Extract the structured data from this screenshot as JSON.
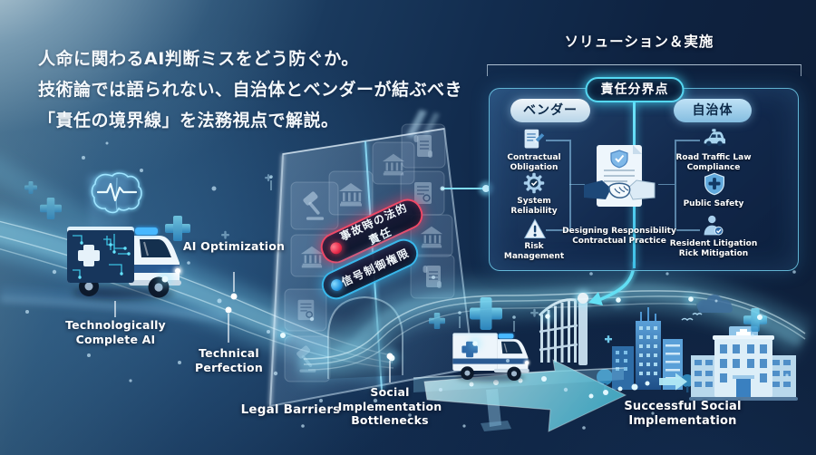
{
  "headline": {
    "line1": "人命に関わるAI判断ミスをどう防ぐか。",
    "line2": "技術論では語られない、自治体とベンダーが結ぶべき",
    "line3": "「責任の境界線」を法務視点で解説。"
  },
  "left_scene": {
    "tech_complete_label": "Technologically Complete AI",
    "ai_optimization_label": "AI Optimization",
    "technical_perfection_label": "Technical Perfection"
  },
  "barrier_scene": {
    "accident_liability_pill": "事故時の法的責任",
    "signal_authority_pill": "信号制御権限",
    "legal_barriers_label": "Legal Barriers",
    "bottlenecks_label": "Social Implementation Bottlenecks"
  },
  "solution_panel": {
    "title": "ソリューション＆実施",
    "boundary_badge": "責任分界点",
    "vendor": {
      "label": "ベンダー",
      "items": [
        {
          "icon": "contract-document-icon",
          "label": "Contractual Obligation"
        },
        {
          "icon": "gear-check-icon",
          "label": "System Reliability"
        },
        {
          "icon": "warning-triangle-icon",
          "label": "Risk Management"
        }
      ]
    },
    "municipality": {
      "label": "自治体",
      "items": [
        {
          "icon": "car-icon",
          "label": "Road Traffic Law Compliance"
        },
        {
          "icon": "shield-plus-icon",
          "label": "Public Safety"
        },
        {
          "icon": "person-check-icon",
          "label": "Resident Litigation Rick Mitigation"
        }
      ]
    },
    "center": {
      "icon": "handshake-contract-icon",
      "label": "Designing Responsibility Contractual Practice"
    }
  },
  "outcome_scene": {
    "success_label": "Successful Social Implementation"
  },
  "colors": {
    "background_navy": "#0e2240",
    "accent_cyan": "#5fd8f0",
    "alert_red": "#f04866",
    "signal_blue": "#38b8ec",
    "panel_border": "#6fcfe8",
    "vendor_pill": "#cfe3f2",
    "municipality_pill": "#9ccbe9"
  }
}
